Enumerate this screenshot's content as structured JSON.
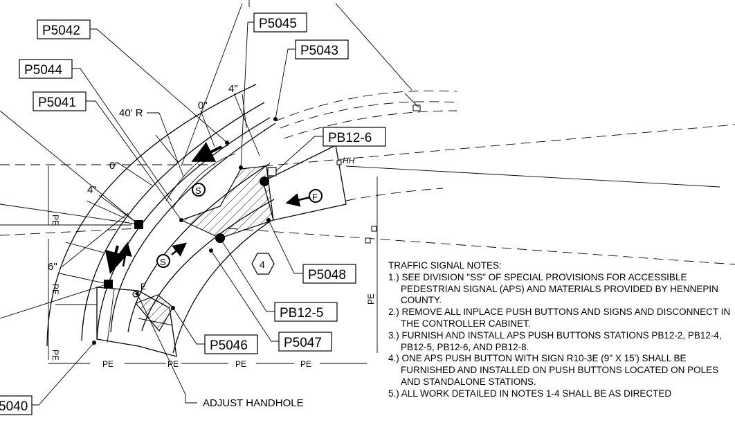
{
  "callouts": {
    "p5042": "P5042",
    "p5045": "P5045",
    "p5043": "P5043",
    "p5044": "P5044",
    "p5041": "P5041",
    "pb12_6": "PB12-6",
    "p5048": "P5048",
    "pb12_5": "PB12-5",
    "p5046": "P5046",
    "p5047": "P5047",
    "p5040": "5040"
  },
  "dimensions": {
    "radius": "40' R",
    "d0_top": "0\"",
    "d4_top": "4\"",
    "d0_left": "0\"",
    "d4_left": "4\"",
    "d6": "6\""
  },
  "symbols": {
    "hexagon_number": "4",
    "f_marker": "F",
    "s_marker": "S"
  },
  "utility_labels": {
    "pe": "PE",
    "hh": "HH",
    "e": "E"
  },
  "leader_text": {
    "adjust_handhole": "ADJUST HANDHOLE"
  },
  "notes": {
    "title": "TRAFFIC SIGNAL NOTES:",
    "items": [
      "1.) SEE DIVISION \"SS\" OF SPECIAL PROVISIONS FOR ACCESSIBLE PEDESTRIAN SIGNAL (APS) AND MATERIALS PROVIDED BY HENNEPIN COUNTY.",
      "2.) REMOVE ALL INPLACE PUSH BUTTONS AND SIGNS AND DISCONNECT IN THE CONTROLLER CABINET.",
      "3.) FURNISH AND INSTALL APS PUSH BUTTONS STATIONS PB12-2, PB12-4, PB12-5, PB12-6, AND PB12-8.",
      "4.) ONE APS PUSH BUTTON WITH SIGN R10-3E (9\" X 15') SHALL BE FURNISHED AND INSTALLED ON PUSH BUTTONS LOCATED ON POLES AND STANDALONE STATIONS.",
      "5.) ALL WORK DETAILED IN NOTES 1-4 SHALL BE AS DIRECTED"
    ]
  }
}
